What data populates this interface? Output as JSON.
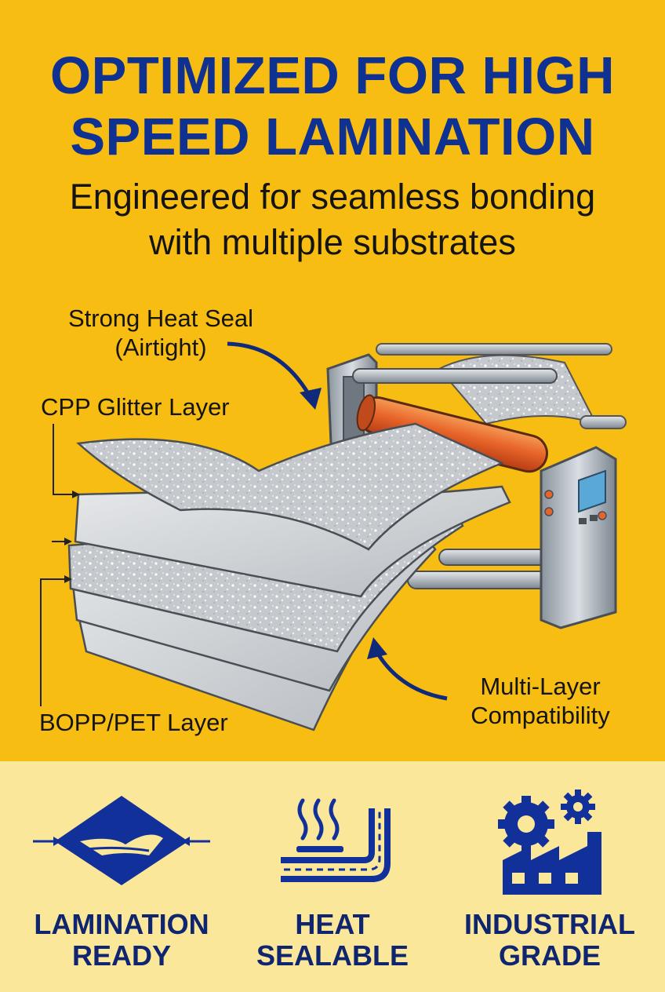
{
  "header": {
    "title_line1": "OPTIMIZED FOR HIGH",
    "title_line2": "SPEED LAMINATION",
    "subtitle_line1": "Engineered for seamless bonding",
    "subtitle_line2": "with multiple substrates"
  },
  "callouts": {
    "heat_seal_line1": "Strong Heat Seal",
    "heat_seal_line2": "(Airtight)",
    "cpp_layer": "CPP Glitter Layer",
    "bopp_layer": "BOPP/PET Layer",
    "multi_line1": "Multi-Layer",
    "multi_line2": "Compatibility"
  },
  "features": [
    {
      "icon": "lamination-icon",
      "line1": "LAMINATION",
      "line2": "READY"
    },
    {
      "icon": "heat-seal-icon",
      "line1": "HEAT",
      "line2": "SEALABLE"
    },
    {
      "icon": "industrial-factory-icon",
      "line1": "INDUSTRIAL",
      "line2": "GRADE"
    }
  ],
  "colors": {
    "background_top": "#f7bd12",
    "background_bottom": "#fbe79a",
    "headline": "#0f3192",
    "icon_blue": "#12309a",
    "roller_orange": "#e8652a"
  }
}
